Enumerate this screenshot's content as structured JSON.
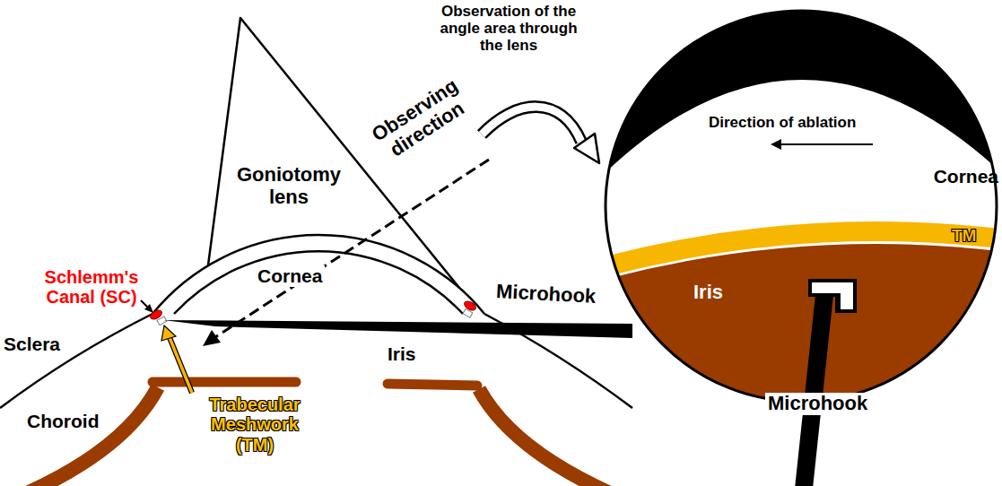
{
  "diagram": {
    "nodes": [
      {
        "text": [
          "Goniotomy lens"
        ]
      },
      {
        "text": [
          "Direction of ablation",
          "Cornea",
          "TM",
          "Iris"
        ]
      }
    ],
    "labels": [
      "Observation of the angle area through the lens",
      "Observing direction",
      "Schlemm's Canal (SC)",
      "Cornea",
      "Microhook",
      "Trabecular Meshwork (TM)",
      "Iris",
      "Sclera",
      "Choroid",
      "Microhook"
    ]
  }
}
